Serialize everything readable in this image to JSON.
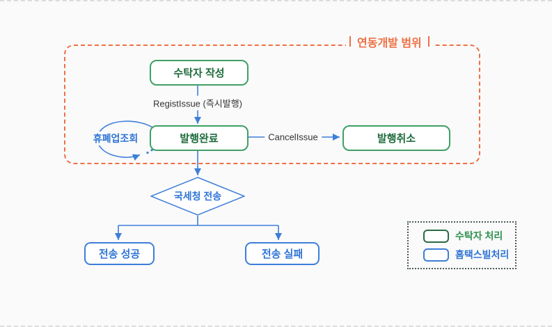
{
  "colors": {
    "page_bg": "#fafafa",
    "divider": "#dcdcdc",
    "orange": "#ee7044",
    "green": "#3fa065",
    "green_text": "#1e6b3c",
    "blue": "#3d7ed9",
    "blue_text": "#2f74d6",
    "edge_text": "#333333",
    "legend_border": "#4a5a50",
    "legend_green": "#2a6b45",
    "legend_green_text": "#2e9150"
  },
  "scope": {
    "label": "연동개발 범위"
  },
  "nodes": {
    "create": {
      "label": "수탁자 작성"
    },
    "issued": {
      "label": "발행완료"
    },
    "canceled": {
      "label": "발행취소"
    },
    "nts_send": {
      "label": "국세청 전송"
    },
    "send_success": {
      "label": "전송 성공"
    },
    "send_fail": {
      "label": "전송 실패"
    }
  },
  "edges": {
    "regist_issue": {
      "label": "RegistIssue (즉시발행)"
    },
    "cancel_issue": {
      "label": "CancelIssue"
    },
    "closedown_check": {
      "label": "휴폐업조회"
    }
  },
  "legend": {
    "items": [
      {
        "label": "수탁자 처리"
      },
      {
        "label": "홈택스빌처리"
      }
    ]
  }
}
